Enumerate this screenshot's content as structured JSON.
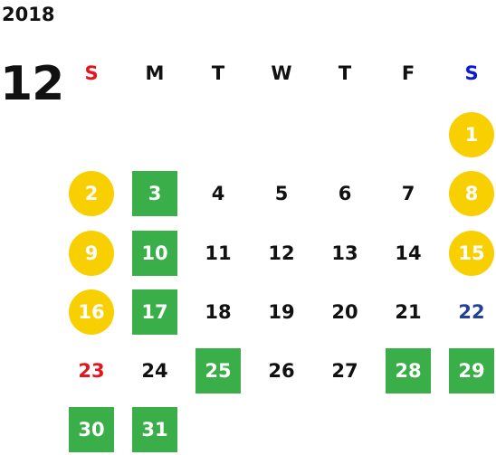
{
  "calendar": {
    "year": "2018",
    "month": "12",
    "weekdays": [
      {
        "label": "S",
        "color": "#e8141c"
      },
      {
        "label": "M",
        "color": "#111111"
      },
      {
        "label": "T",
        "color": "#111111"
      },
      {
        "label": "W",
        "color": "#111111"
      },
      {
        "label": "T",
        "color": "#111111"
      },
      {
        "label": "F",
        "color": "#111111"
      },
      {
        "label": "S",
        "color": "#0a1ad8"
      }
    ],
    "colors": {
      "sunday_text": "#e8141c",
      "saturday_text": "#23409a",
      "weekday_text": "#111111",
      "marked_text": "#ffffff",
      "holiday_circle": "#f8cf00",
      "closed_square": "#3aae49"
    },
    "days": [
      {
        "day": "1",
        "mark": "circle"
      },
      {
        "day": "2",
        "mark": "circle"
      },
      {
        "day": "3",
        "mark": "square"
      },
      {
        "day": "4",
        "mark": "none"
      },
      {
        "day": "5",
        "mark": "none"
      },
      {
        "day": "6",
        "mark": "none"
      },
      {
        "day": "7",
        "mark": "none"
      },
      {
        "day": "8",
        "mark": "circle"
      },
      {
        "day": "9",
        "mark": "circle"
      },
      {
        "day": "10",
        "mark": "square"
      },
      {
        "day": "11",
        "mark": "none"
      },
      {
        "day": "12",
        "mark": "none"
      },
      {
        "day": "13",
        "mark": "none"
      },
      {
        "day": "14",
        "mark": "none"
      },
      {
        "day": "15",
        "mark": "circle"
      },
      {
        "day": "16",
        "mark": "circle"
      },
      {
        "day": "17",
        "mark": "square"
      },
      {
        "day": "18",
        "mark": "none"
      },
      {
        "day": "19",
        "mark": "none"
      },
      {
        "day": "20",
        "mark": "none"
      },
      {
        "day": "21",
        "mark": "none"
      },
      {
        "day": "22",
        "mark": "none"
      },
      {
        "day": "23",
        "mark": "none"
      },
      {
        "day": "24",
        "mark": "none"
      },
      {
        "day": "25",
        "mark": "square"
      },
      {
        "day": "26",
        "mark": "none"
      },
      {
        "day": "27",
        "mark": "none"
      },
      {
        "day": "28",
        "mark": "square"
      },
      {
        "day": "29",
        "mark": "square"
      },
      {
        "day": "30",
        "mark": "square"
      },
      {
        "day": "31",
        "mark": "square"
      }
    ]
  }
}
